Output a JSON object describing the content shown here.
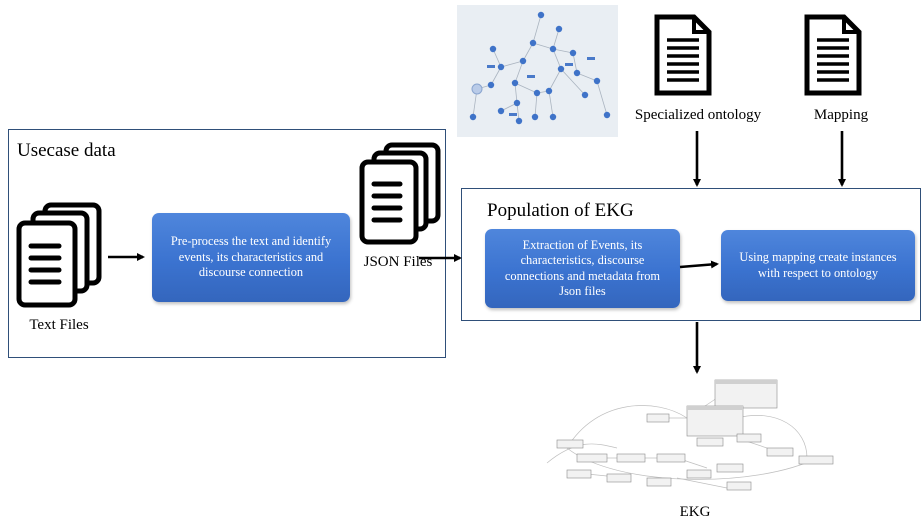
{
  "usecase": {
    "title": "Usecase data",
    "text_files_label": "Text Files",
    "preprocess_label": "Pre-process the text and identify events, its characteristics and discourse connection",
    "json_files_label": "JSON Files"
  },
  "population": {
    "title": "Population of EKG",
    "extraction_label": "Extraction of Events, its characteristics, discourse connections and metadata from Json files",
    "mapping_box_label": "Using mapping create instances with respect to ontology"
  },
  "inputs": {
    "ontology_label": "Specialized ontology",
    "mapping_label": "Mapping"
  },
  "output": {
    "ekg_label": "EKG"
  },
  "colors": {
    "box_blue": "#3b73d0",
    "panel_border": "#2f4f79",
    "graph_node": "#3f73c8",
    "graph_bg": "#e9eef3"
  },
  "icons": [
    "document-icon",
    "document-stack-icon",
    "knowledge-graph-thumbnail",
    "ekg-graph-thumbnail"
  ]
}
